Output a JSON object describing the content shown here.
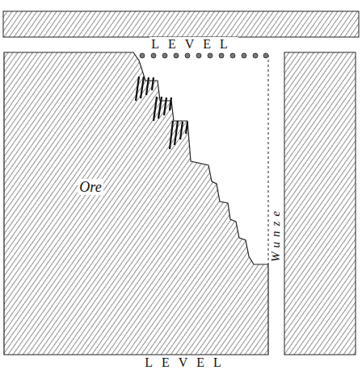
{
  "diagram": {
    "labels": [
      "LEVEL",
      "Ore",
      "Wunze",
      "LEVEL"
    ]
  }
}
